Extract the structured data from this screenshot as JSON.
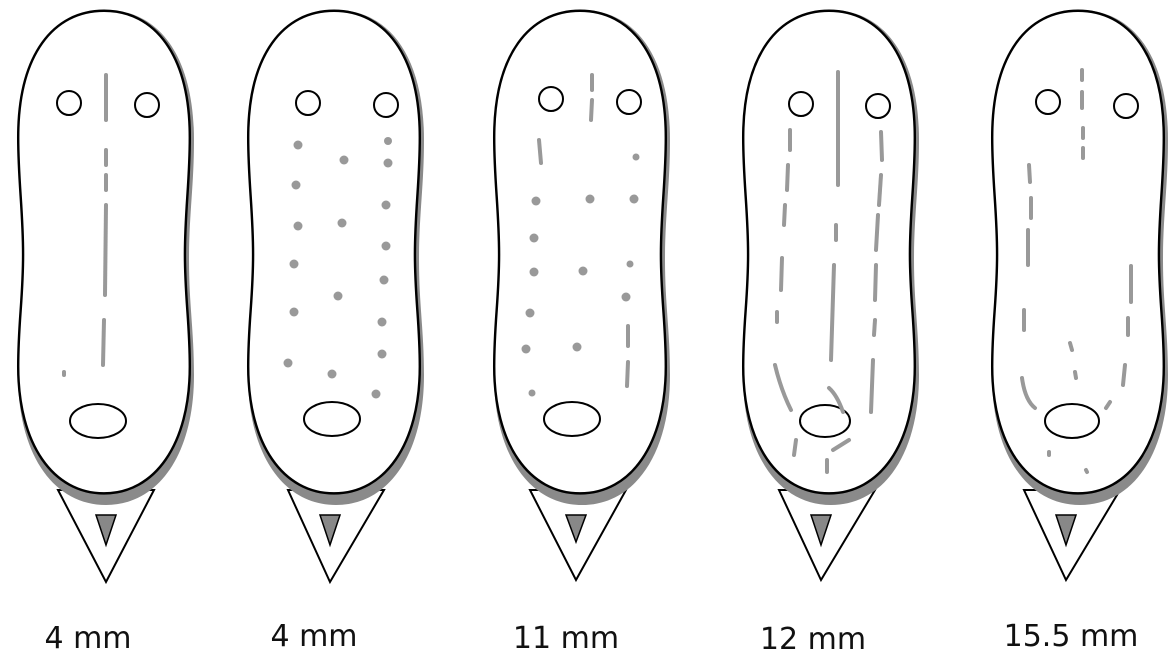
{
  "figure": {
    "specimens": [
      {
        "id": "a",
        "size_label": "4 mm",
        "marking_type": "midline-dashes"
      },
      {
        "id": "b",
        "size_label": "4 mm",
        "marking_type": "dot-rows"
      },
      {
        "id": "c",
        "size_label": "11 mm",
        "marking_type": "dots-and-dashes"
      },
      {
        "id": "d",
        "size_label": "12 mm",
        "marking_type": "dashed-lines"
      },
      {
        "id": "e",
        "size_label": "15.5 mm",
        "marking_type": "faded-dashes"
      }
    ],
    "colors": {
      "outline": "#000000",
      "rim": "#8a8a8a",
      "markings": "#999999",
      "tail_fill": "#888888",
      "background": "#ffffff"
    }
  }
}
